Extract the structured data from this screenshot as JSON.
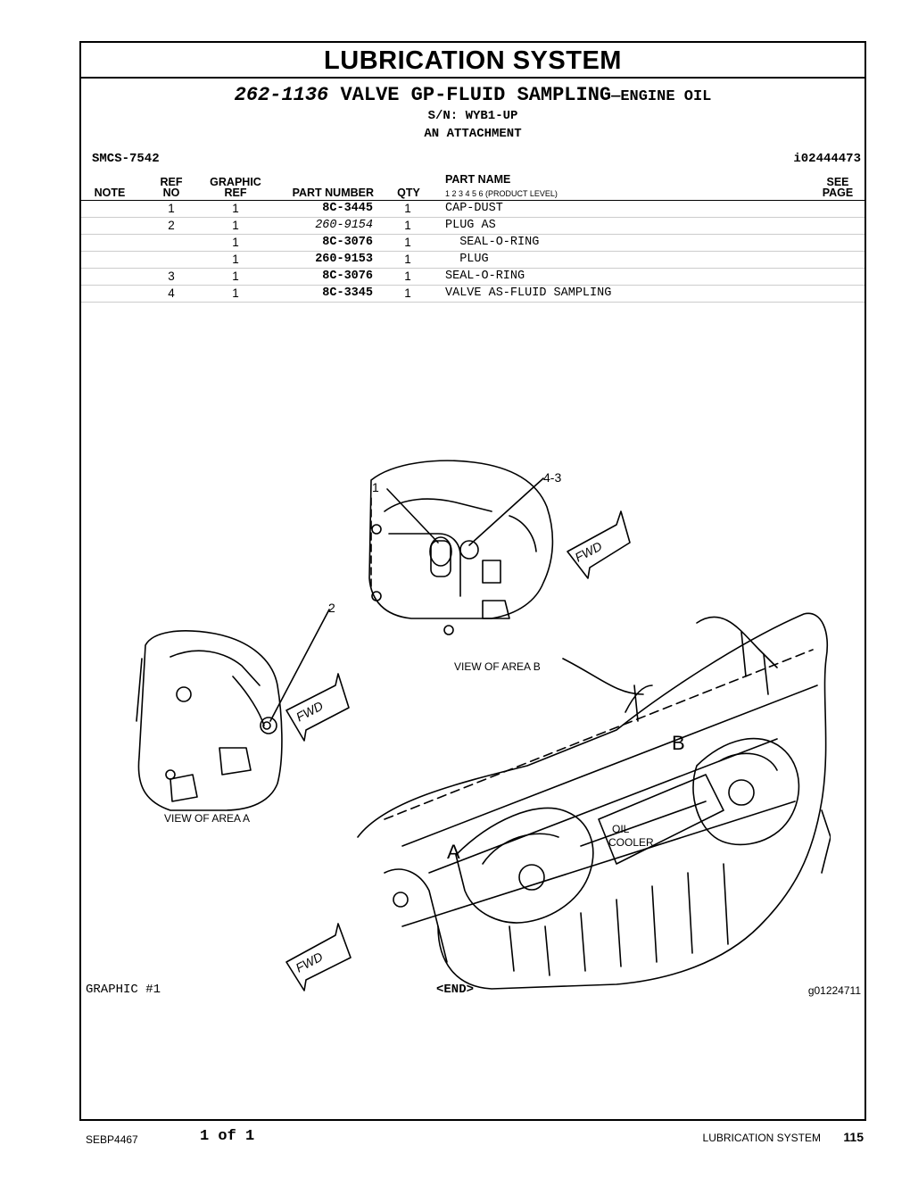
{
  "header": {
    "section_title": "LUBRICATION SYSTEM",
    "group_part_number": "262-1136",
    "group_name": "VALVE GP-FLUID SAMPLING",
    "group_suffix": "—ENGINE OIL",
    "serial": "S/N: WYB1-UP",
    "attachment": "AN ATTACHMENT",
    "smcs": "SMCS-7542",
    "info_ref": "i02444473"
  },
  "columns": {
    "note": "NOTE",
    "ref_top": "REF",
    "ref_bottom": "NO",
    "graphic_top": "GRAPHIC",
    "graphic_bottom": "REF",
    "part_number": "PART NUMBER",
    "qty": "QTY",
    "part_name": "PART NAME",
    "levels": "1   2   3   4   5   6   (PRODUCT LEVEL)",
    "see_top": "SEE",
    "see_bottom": "PAGE"
  },
  "parts": [
    {
      "ref": "1",
      "graphic_ref": "1",
      "part_number": "8C-3445",
      "qty": "1",
      "name": "CAP-DUST",
      "style": "bold"
    },
    {
      "ref": "2",
      "graphic_ref": "1",
      "part_number": "260-9154",
      "qty": "1",
      "name": "PLUG AS",
      "style": "italic"
    },
    {
      "ref": "",
      "graphic_ref": "1",
      "part_number": "8C-3076",
      "qty": "1",
      "name": "  SEAL-O-RING",
      "style": "bold"
    },
    {
      "ref": "",
      "graphic_ref": "1",
      "part_number": "260-9153",
      "qty": "1",
      "name": "  PLUG",
      "style": "bold"
    },
    {
      "ref": "3",
      "graphic_ref": "1",
      "part_number": "8C-3076",
      "qty": "1",
      "name": "SEAL-O-RING",
      "style": "bold"
    },
    {
      "ref": "4",
      "graphic_ref": "1",
      "part_number": "8C-3345",
      "qty": "1",
      "name": "VALVE AS-FLUID SAMPLING",
      "style": "bold"
    }
  ],
  "illustration": {
    "callout_1": "1",
    "callout_4_3": "4-3",
    "callout_2": "2",
    "fwd_label": "FWD",
    "view_b": "VIEW OF AREA B",
    "view_a": "VIEW OF AREA A",
    "label_b": "B",
    "label_a": "A",
    "oil": "OIL",
    "cooler": "COOLER"
  },
  "graphic_footer": {
    "graphic_label": "GRAPHIC #1",
    "end_label": "<END>",
    "graphic_id": "g01224711"
  },
  "footer": {
    "doc_id": "SEBP4467",
    "page_of": "1 of 1",
    "section": "LUBRICATION SYSTEM",
    "page_number": "115"
  }
}
